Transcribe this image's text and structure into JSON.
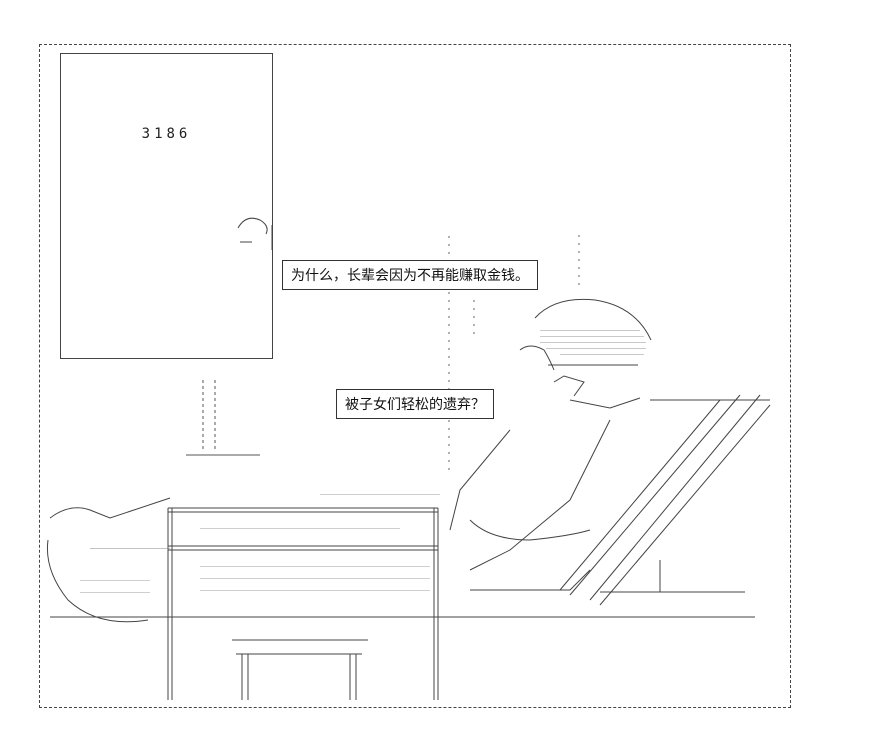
{
  "scene": {
    "tv_number": "3186",
    "dialogue": [
      "为什么，长辈会因为不再能赚取金钱。",
      "被子女们轻松的遗弃？"
    ]
  }
}
